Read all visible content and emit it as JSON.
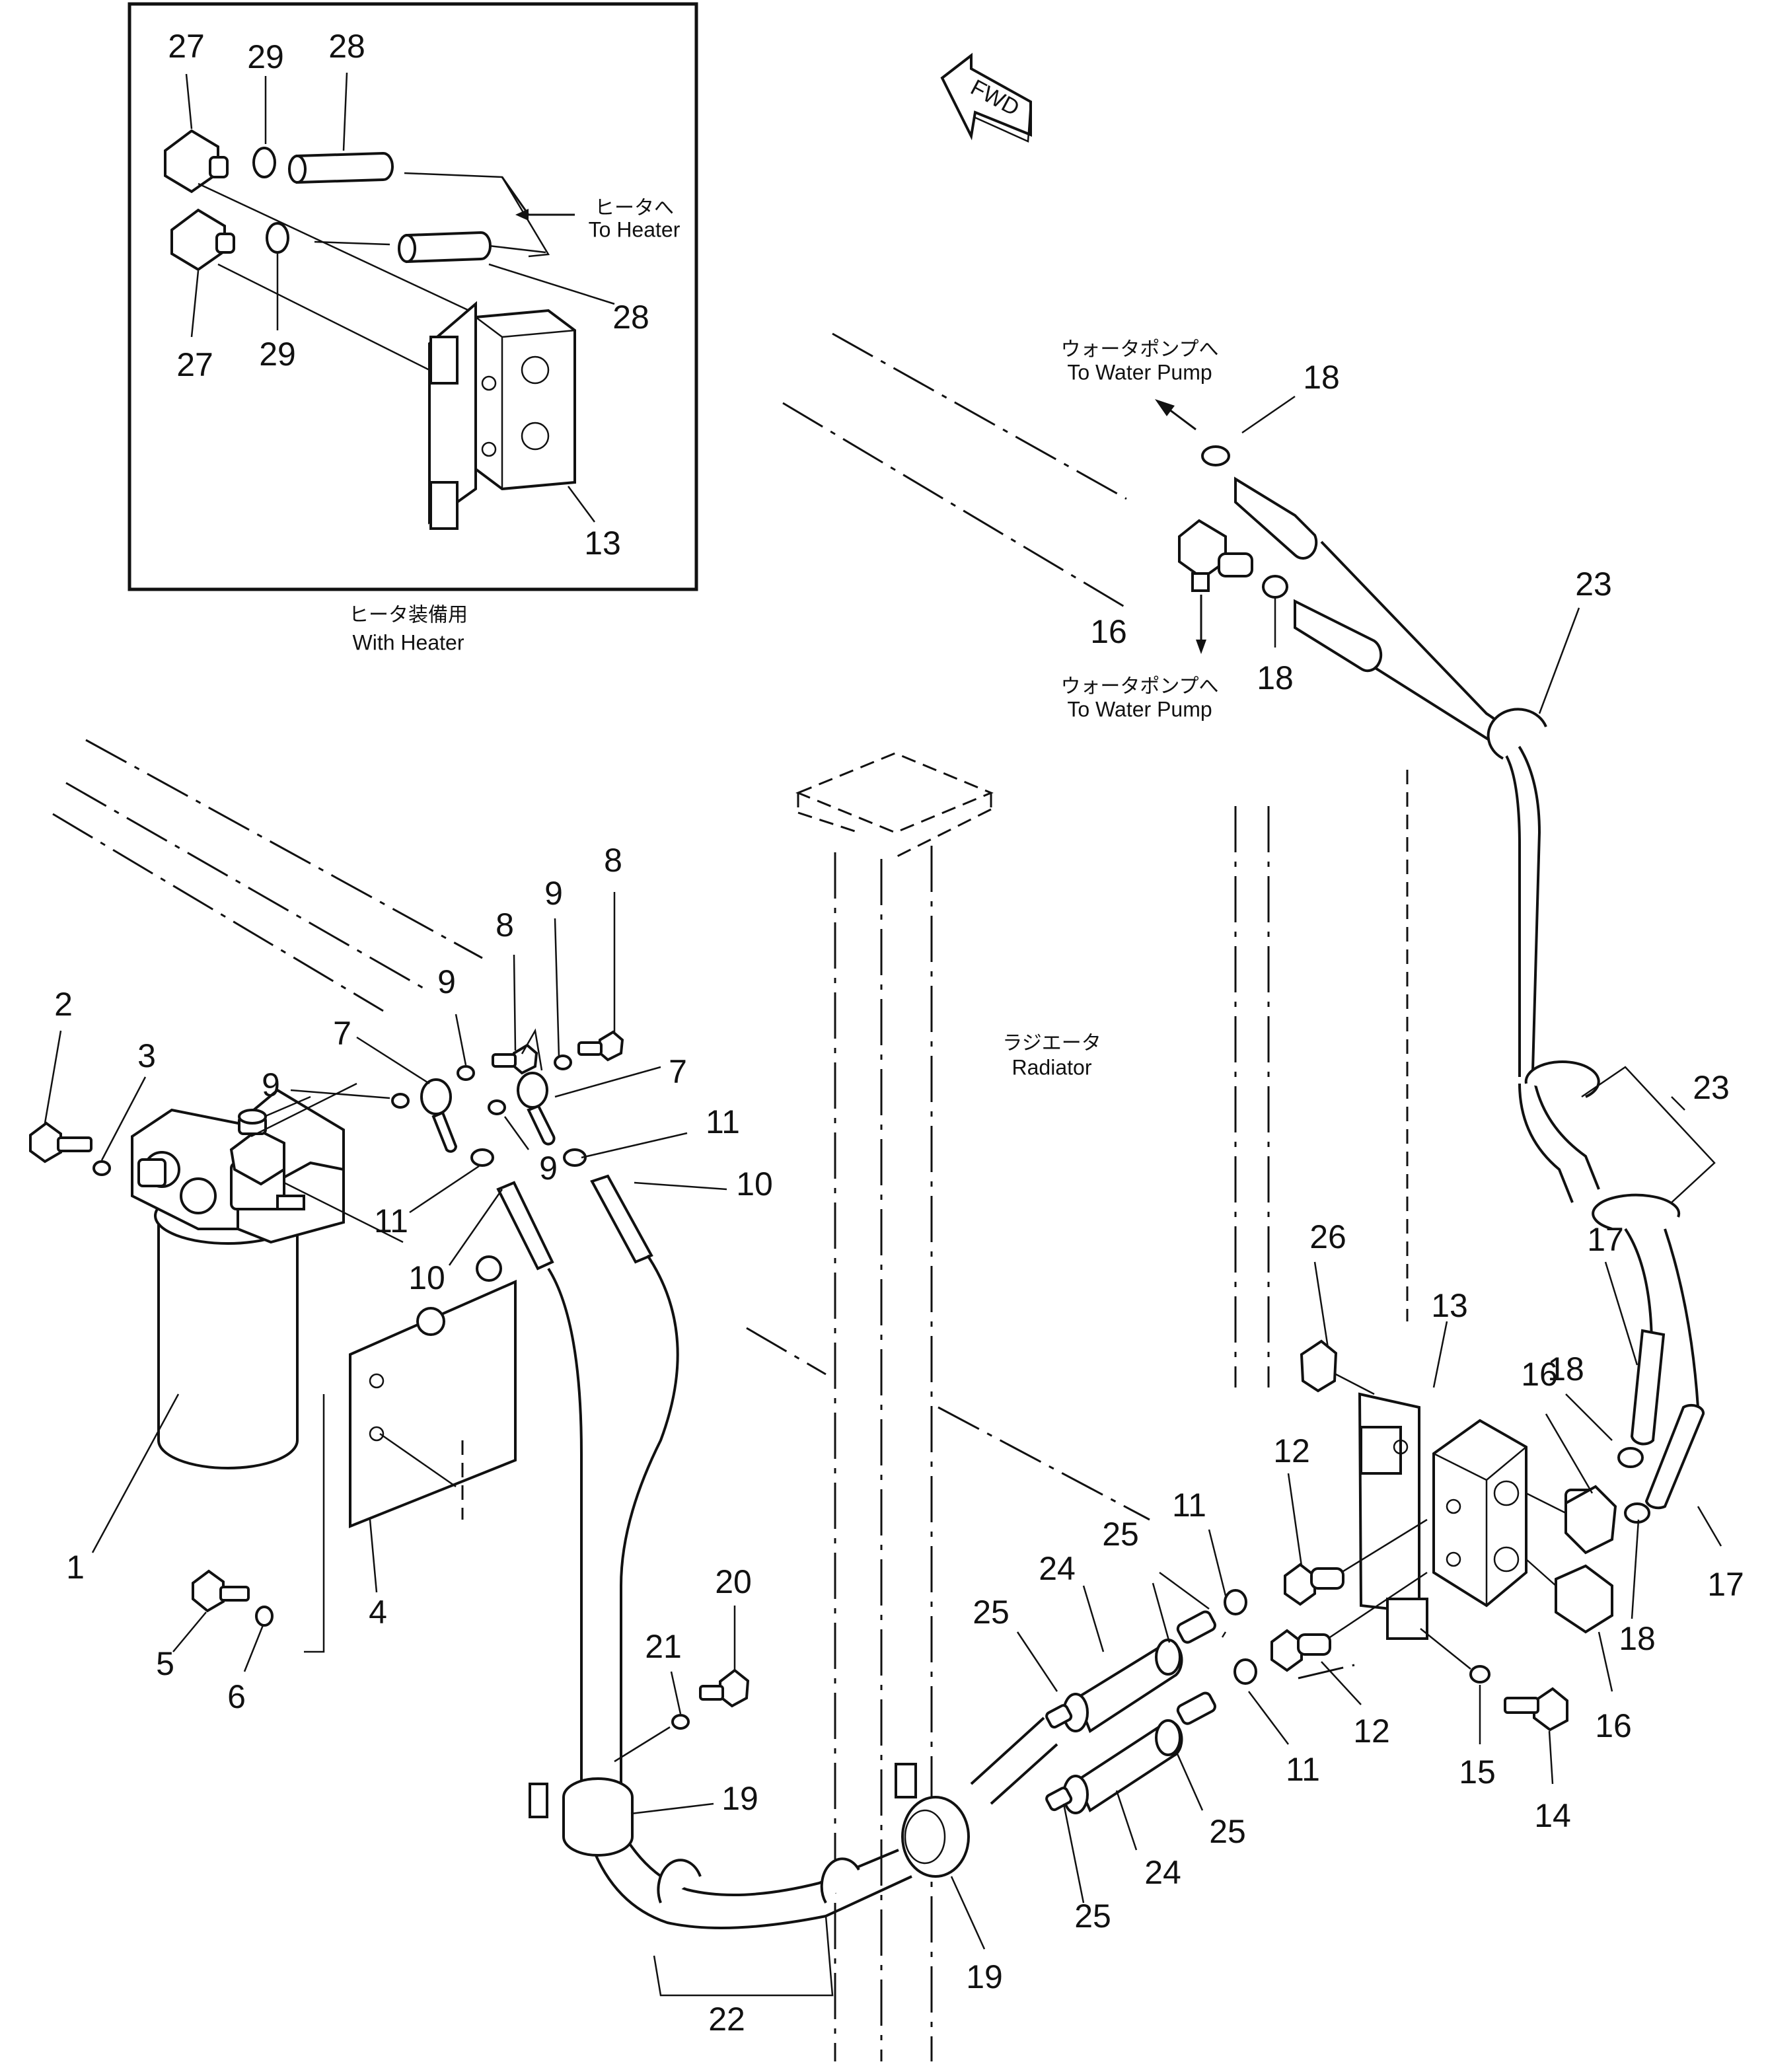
{
  "inset": {
    "caption_ja": "ヒータ装備用",
    "caption_en": "With Heater",
    "to_heater_ja": "ヒータへ",
    "to_heater_en": "To Heater"
  },
  "fwd_label": "FWD",
  "water_pump_top": {
    "ja": "ウォータポンプへ",
    "en": "To Water Pump"
  },
  "water_pump_bottom": {
    "ja": "ウォータポンプへ",
    "en": "To Water Pump"
  },
  "radiator": {
    "ja": "ラジエータ",
    "en": "Radiator"
  },
  "callouts": {
    "c1": "1",
    "c2": "2",
    "c3": "3",
    "c4": "4",
    "c5": "5",
    "c6": "6",
    "c7a": "7",
    "c7b": "7",
    "c8a": "8",
    "c8b": "8",
    "c9a": "9",
    "c9b": "9",
    "c9c": "9",
    "c9d": "9",
    "c10a": "10",
    "c10b": "10",
    "c11a": "11",
    "c11b": "11",
    "c11c": "11",
    "c11d": "11",
    "c12a": "12",
    "c12b": "12",
    "c13a": "13",
    "c13b": "13",
    "c14": "14",
    "c15": "15",
    "c16a": "16",
    "c16b": "16",
    "c16c": "16",
    "c17a": "17",
    "c17b": "17",
    "c18a": "18",
    "c18b": "18",
    "c18c": "18",
    "c18d": "18",
    "c19a": "19",
    "c19b": "19",
    "c20": "20",
    "c21": "21",
    "c22": "22",
    "c23a": "23",
    "c23b": "23",
    "c24a": "24",
    "c24b": "24",
    "c25a": "25",
    "c25b": "25",
    "c25c": "25",
    "c25d": "25",
    "c26": "26",
    "c27a": "27",
    "c27b": "27",
    "c28a": "28",
    "c28b": "28",
    "c29a": "29",
    "c29b": "29"
  }
}
